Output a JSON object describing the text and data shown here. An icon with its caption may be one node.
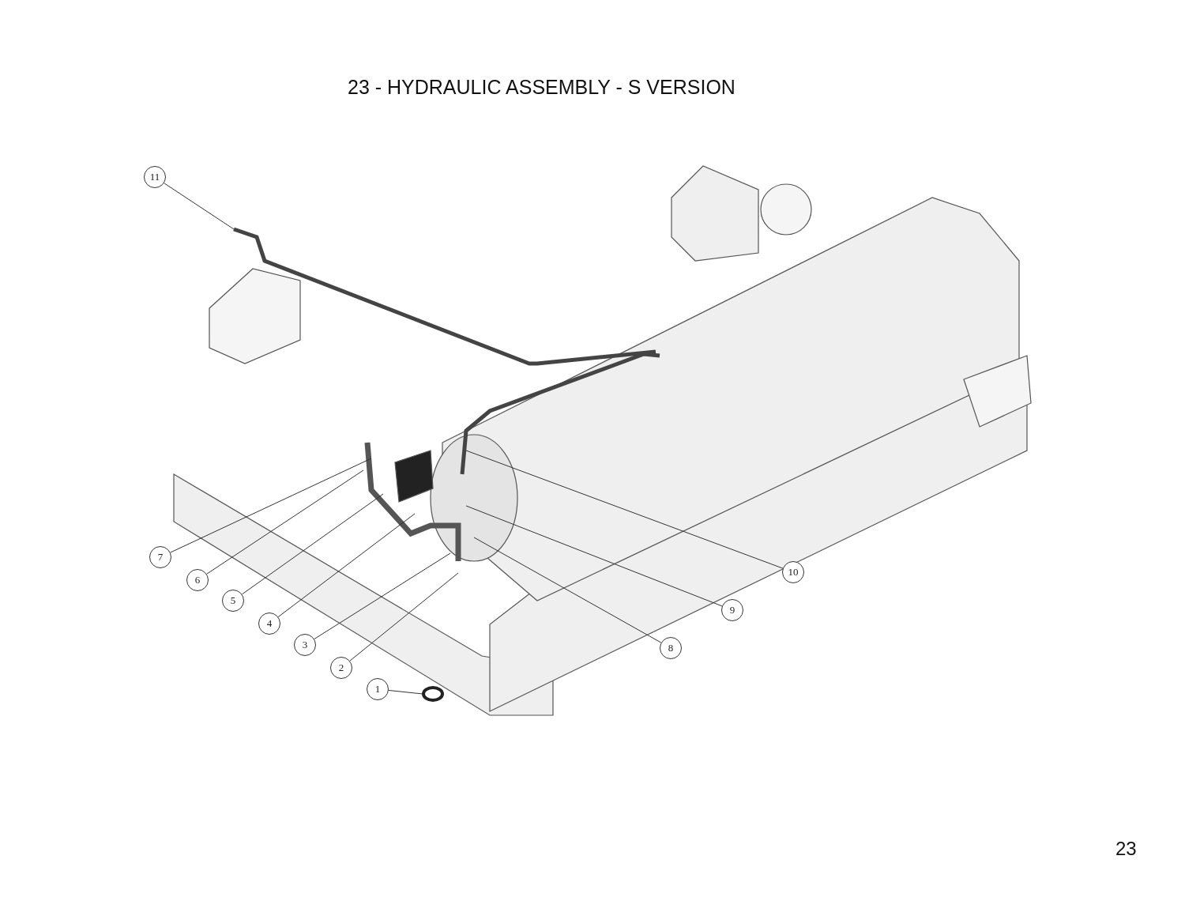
{
  "diagram": {
    "title": "23 - HYDRAULIC ASSEMBLY - S VERSION",
    "nodes": [
      {
        "text": [
          "1"
        ]
      },
      {
        "text": [
          "2"
        ]
      },
      {
        "text": [
          "3"
        ]
      },
      {
        "text": [
          "4"
        ]
      },
      {
        "text": [
          "5"
        ]
      },
      {
        "text": [
          "6"
        ]
      },
      {
        "text": [
          "7"
        ]
      },
      {
        "text": [
          "8"
        ]
      },
      {
        "text": [
          "9"
        ]
      },
      {
        "text": [
          "10"
        ]
      },
      {
        "text": [
          "11"
        ]
      }
    ],
    "edges": [
      {
        "from": 0,
        "to": null,
        "arrow": "none"
      },
      {
        "from": 1,
        "to": null,
        "arrow": "none"
      },
      {
        "from": 2,
        "to": null,
        "arrow": "none"
      },
      {
        "from": 3,
        "to": null,
        "arrow": "none"
      },
      {
        "from": 4,
        "to": null,
        "arrow": "none"
      },
      {
        "from": 5,
        "to": null,
        "arrow": "none"
      },
      {
        "from": 6,
        "to": null,
        "arrow": "none"
      },
      {
        "from": 7,
        "to": null,
        "arrow": "none"
      },
      {
        "from": 8,
        "to": null,
        "arrow": "none"
      },
      {
        "from": 9,
        "to": null,
        "arrow": "none"
      },
      {
        "from": 10,
        "to": null,
        "arrow": "none"
      }
    ],
    "labels": [
      "23"
    ]
  }
}
